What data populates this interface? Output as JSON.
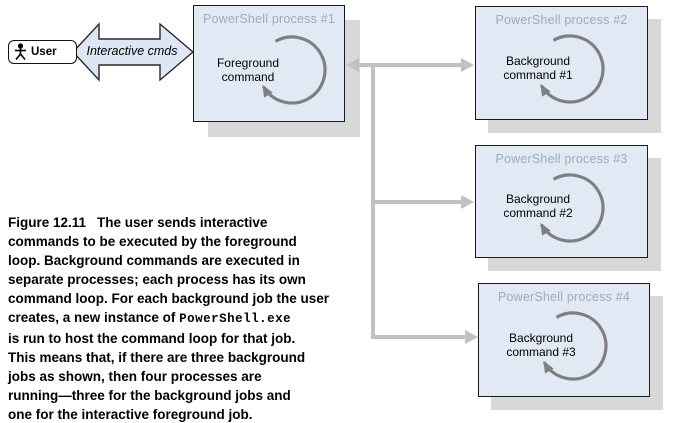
{
  "figure": {
    "user_label": "User",
    "arrow_label": "Interactive cmds",
    "processes": [
      {
        "title": "PowerShell process #1",
        "command_line1": "Foreground",
        "command_line2": "command"
      },
      {
        "title": "PowerShell process #2",
        "command_line1": "Background",
        "command_line2": "command #1"
      },
      {
        "title": "PowerShell process #3",
        "command_line1": "Background",
        "command_line2": "command #2"
      },
      {
        "title": "PowerShell process #4",
        "command_line1": "Background",
        "command_line2": "command #3"
      }
    ]
  },
  "caption": {
    "label": "Figure 12.11",
    "text_before_mono": "The user sends interactive\ncommands to be executed by the foreground\nloop. Background commands are executed in\nseparate processes; each process has its own\ncommand loop. For each background job the user\ncreates, a new instance of ",
    "mono": "PowerShell.exe",
    "text_after_mono": "\nis run to host the command loop for that job.\nThis means that, if there are three background\njobs as shown, then four processes are\nrunning—three for the background jobs and\none for the interactive foreground job."
  },
  "colors": {
    "box_fill": "#e1e9f4",
    "box_border": "#1a1a1a",
    "box_title_text": "#a0abb8",
    "loop_arrow": "#7f7f7f",
    "connector": "#c1c1c1",
    "shadow": "#d8d8d8",
    "body_text": "#000000"
  }
}
